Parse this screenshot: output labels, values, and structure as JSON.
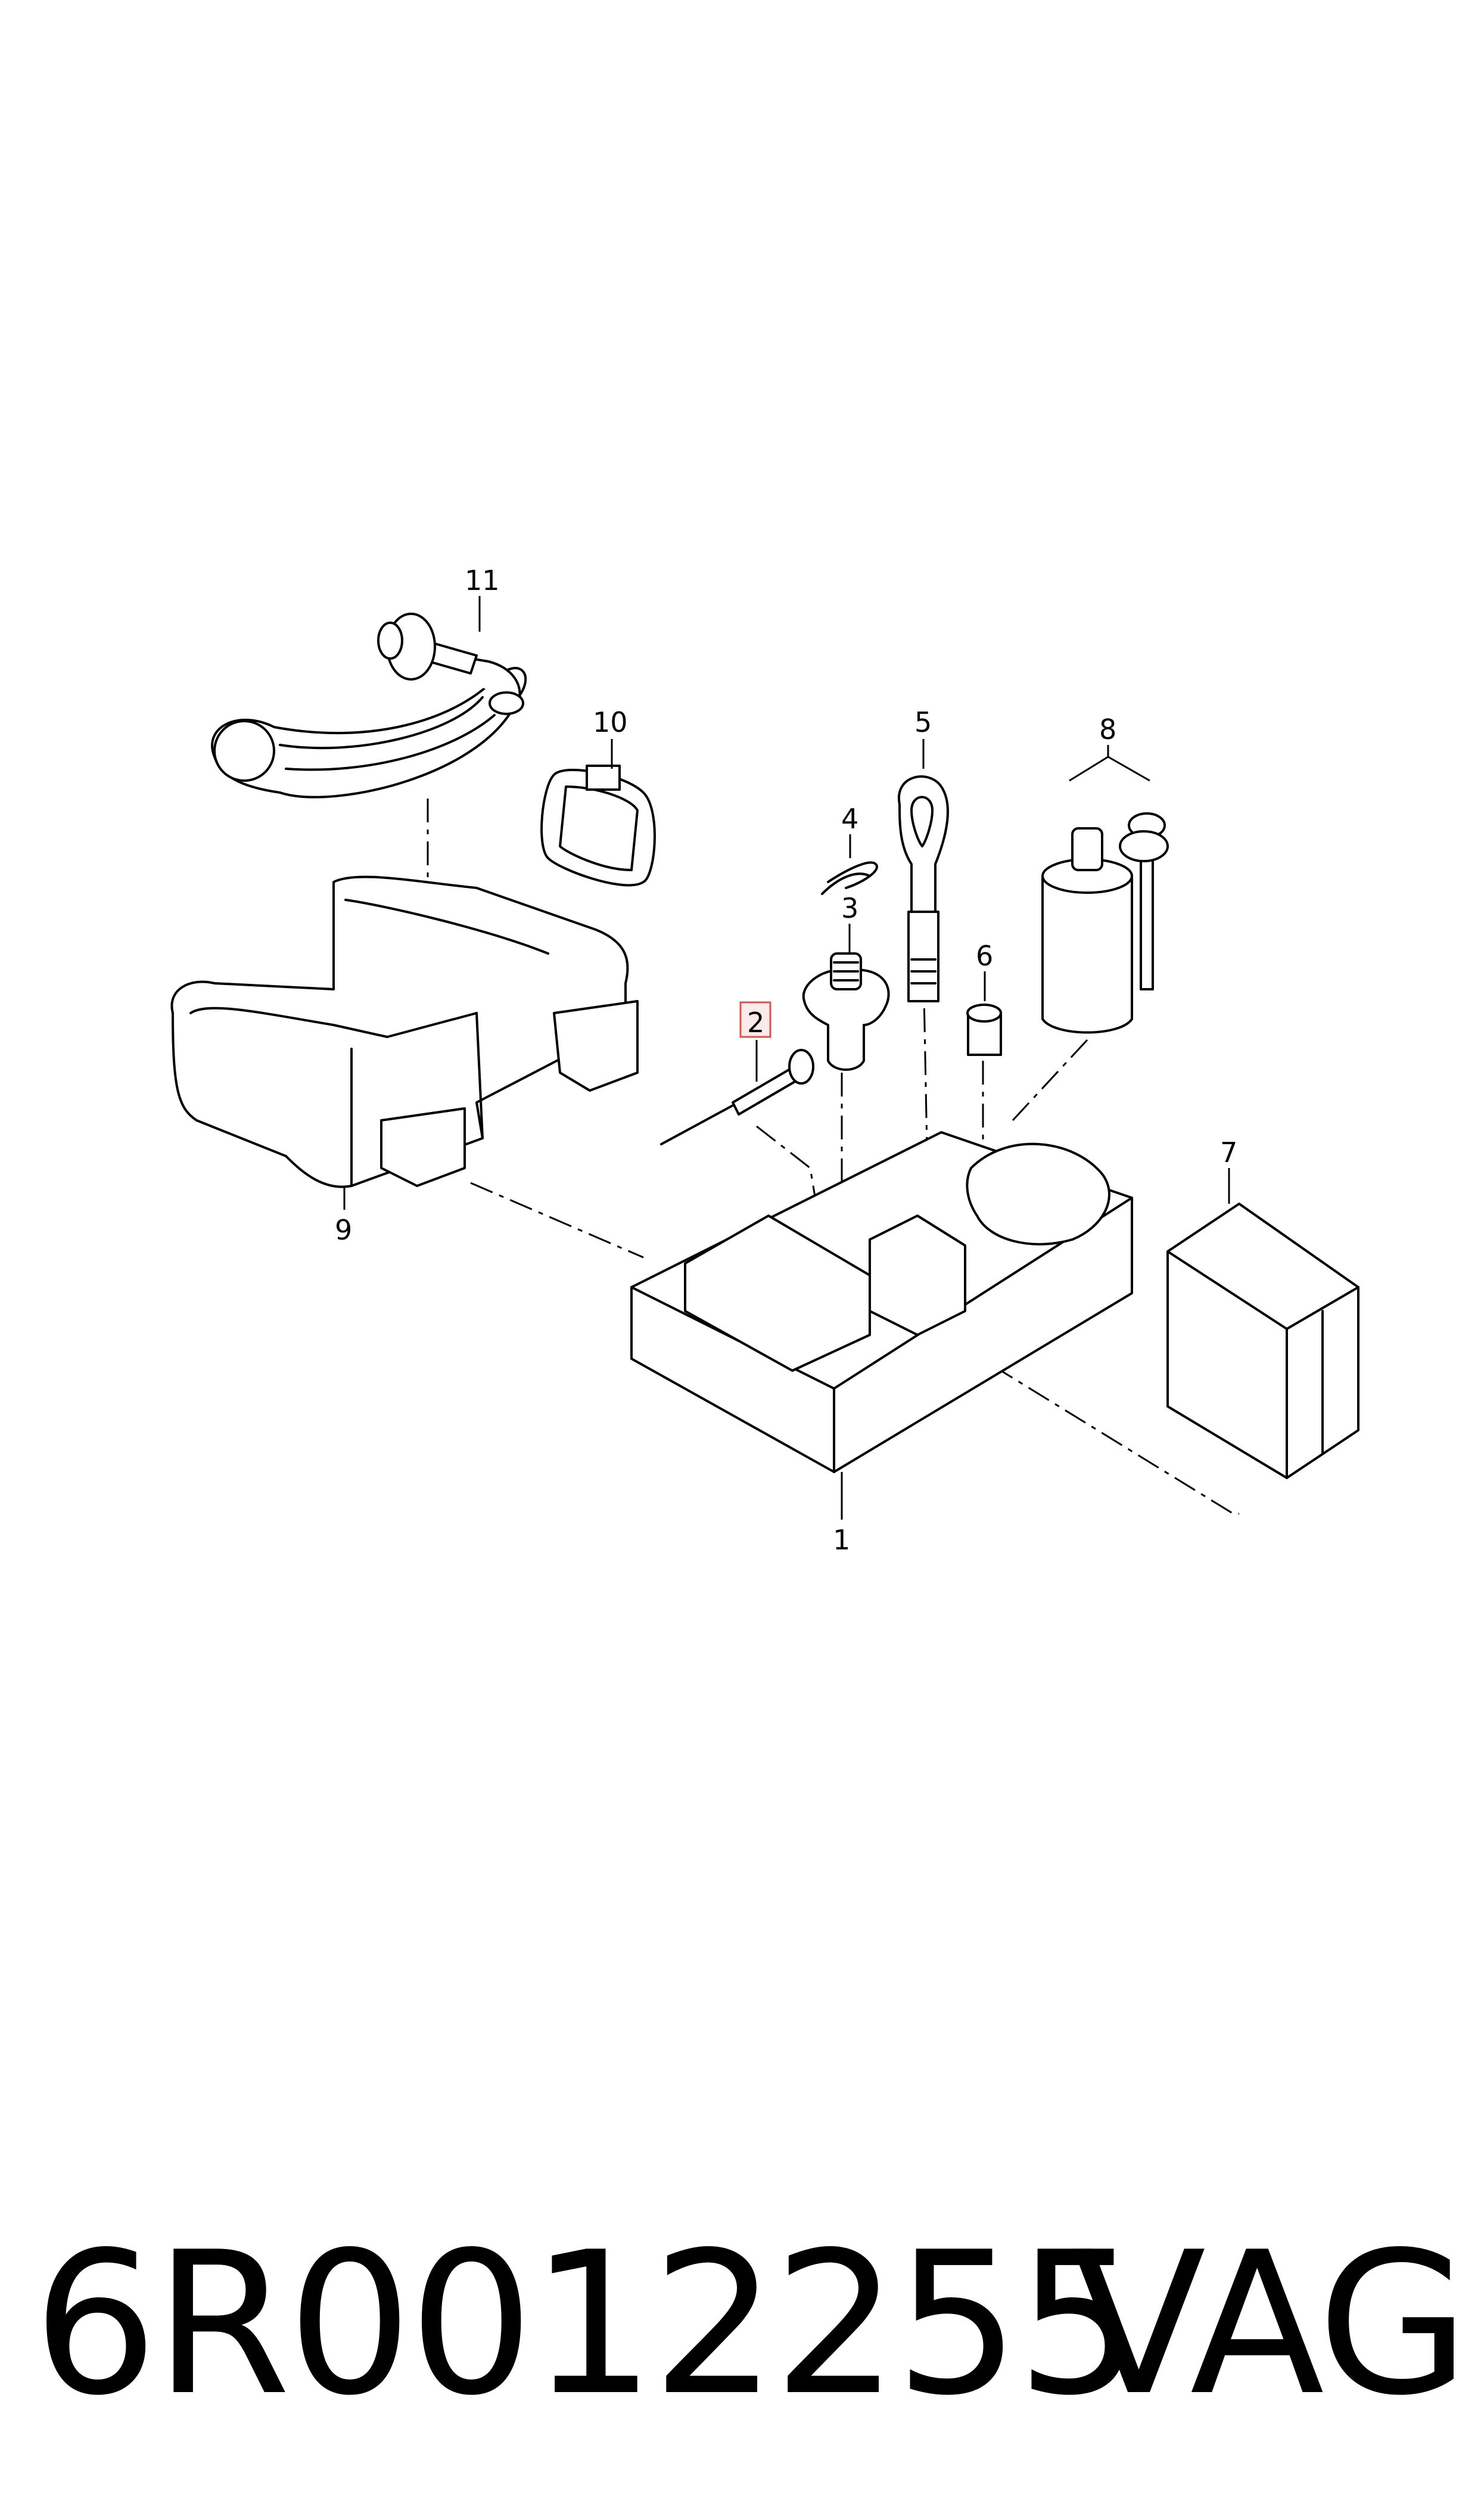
{
  "diagram": {
    "callouts": [
      {
        "id": "c1",
        "label": "1"
      },
      {
        "id": "c2",
        "label": "2",
        "highlighted": true
      },
      {
        "id": "c3",
        "label": "3"
      },
      {
        "id": "c4",
        "label": "4"
      },
      {
        "id": "c5",
        "label": "5"
      },
      {
        "id": "c6",
        "label": "6"
      },
      {
        "id": "c7",
        "label": "7"
      },
      {
        "id": "c8",
        "label": "8"
      },
      {
        "id": "c9",
        "label": "9"
      },
      {
        "id": "c10",
        "label": "10"
      },
      {
        "id": "c11",
        "label": "11"
      }
    ],
    "highlight_color": "#d9534f"
  },
  "footer": {
    "part_number": "6R0012255",
    "brand": "VAG"
  }
}
